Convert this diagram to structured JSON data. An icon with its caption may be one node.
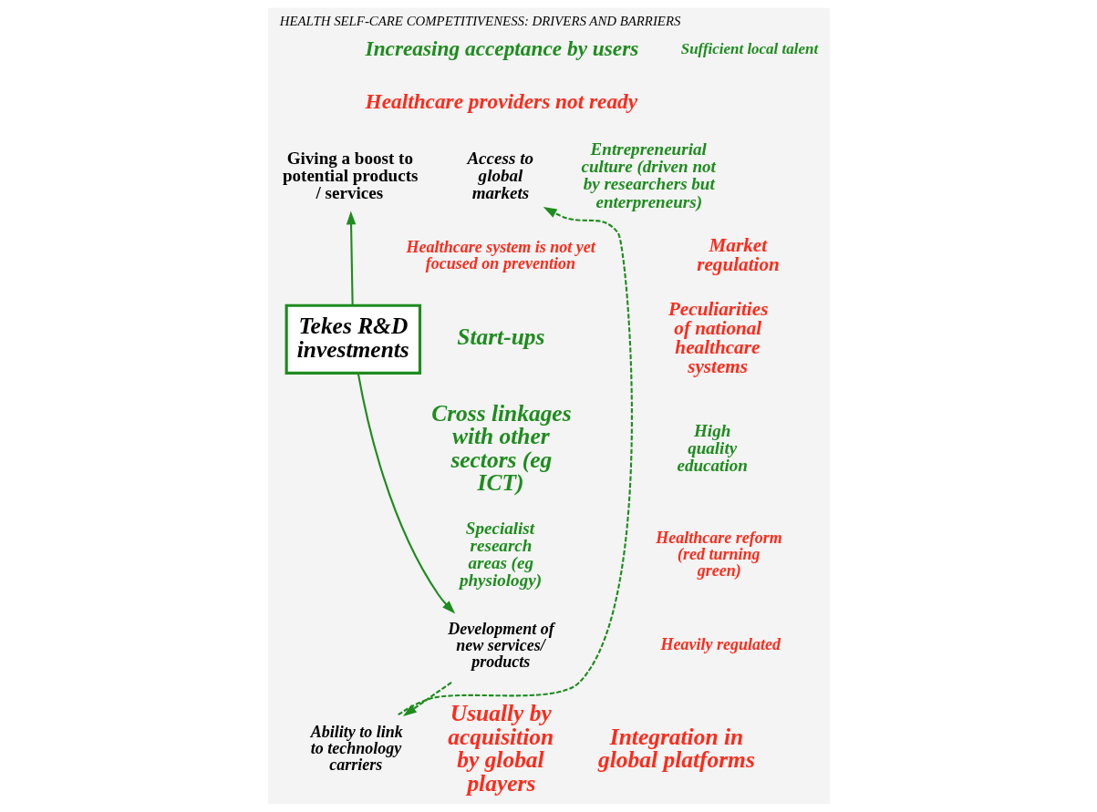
{
  "diagram": {
    "title": "HEALTH SELF-CARE COMPETITIVENESS: DRIVERS AND BARRIERS",
    "nodes": [
      {
        "text": [
          "Access to global markets"
        ]
      },
      {
        "text": [
          "Giving a boost to potential products / services"
        ]
      },
      {
        "text": [
          "Tekes R&D investments"
        ]
      },
      {
        "text": [
          "Development of new services/ products"
        ]
      },
      {
        "text": [
          "Ability to link to technology carriers"
        ]
      }
    ],
    "edges": [
      {
        "from": 2,
        "to": 1,
        "arrow": "to"
      },
      {
        "from": 2,
        "to": 3,
        "arrow": "to"
      },
      {
        "from": 3,
        "to": 4,
        "arrow": "to",
        "style": "dashed"
      },
      {
        "from": 4,
        "to": 0,
        "arrow": "to",
        "style": "dashed"
      }
    ],
    "labels": [
      "Sufficient local talent",
      "Increasing acceptance by users",
      "Healthcare providers not ready",
      "Entrepreneurial culture (driven not by researchers but enterpreneurs)",
      "Healthcare system is not yet focused on prevention",
      "Market regulation",
      "Start-ups",
      "High quality education",
      "Specialist research areas (eg physiology)",
      "Cross linkages with other sectors (eg ICT)",
      "Peculiarities of national healthcare systems",
      "Healthcare reform (red turning green)",
      "Heavily regulated",
      "Usually by acquisition by global players",
      "Integration in global platforms"
    ]
  }
}
